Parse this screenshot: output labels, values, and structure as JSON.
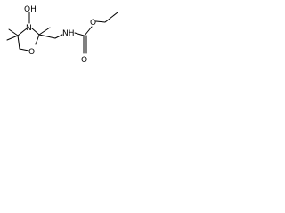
{
  "atoms": {
    "oh": "OH",
    "n_ring": "N",
    "o_ring": "O",
    "nh": "NH",
    "o_carbonyl": "O",
    "o_ester": "O"
  },
  "colors": {
    "bond": "#000000",
    "background": "#ffffff"
  }
}
